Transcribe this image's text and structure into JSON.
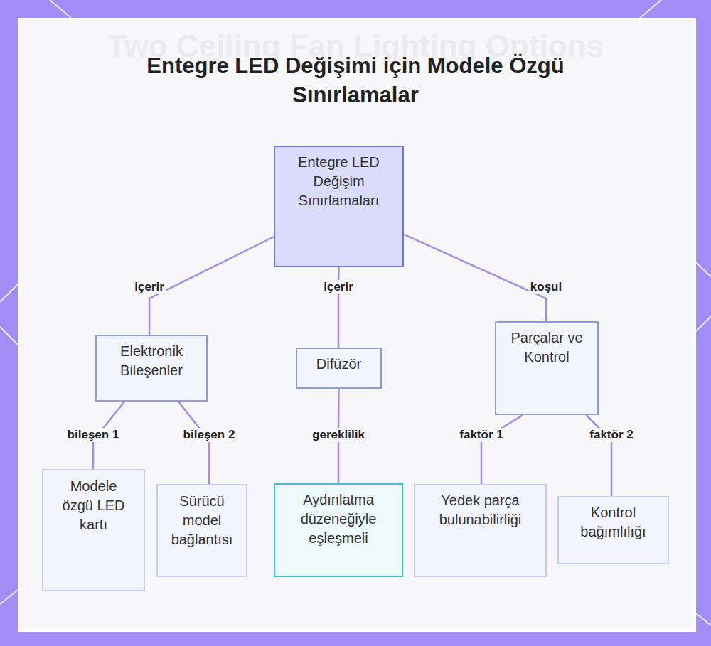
{
  "diagram": {
    "title": "Entegre LED Değişimi için Modele Özgü Sınırlamalar",
    "nodes": [
      {
        "text": [
          "Entegre LED Değişim Sınırlamaları"
        ]
      },
      {
        "text": [
          "Elektronik Bileşenler"
        ]
      },
      {
        "text": [
          "Difüzör"
        ]
      },
      {
        "text": [
          "Parçalar ve Kontrol"
        ]
      },
      {
        "text": [
          "Modele özgü LED kartı"
        ]
      },
      {
        "text": [
          "Sürücü model bağlantısı"
        ]
      },
      {
        "text": [
          "Aydınlatma düzeneğiyle eşleşmeli"
        ]
      },
      {
        "text": [
          "Yedek parça bulunabilirliği"
        ]
      },
      {
        "text": [
          "Kontrol bağımlılığı"
        ]
      }
    ],
    "edges": [
      {
        "from": 0,
        "to": 1,
        "label": "içerir",
        "arrow": "none"
      },
      {
        "from": 0,
        "to": 2,
        "label": "içerir",
        "arrow": "none"
      },
      {
        "from": 0,
        "to": 3,
        "label": "koşul",
        "arrow": "none"
      },
      {
        "from": 1,
        "to": 4,
        "label": "bileşen 1",
        "arrow": "none"
      },
      {
        "from": 1,
        "to": 5,
        "label": "bileşen 2",
        "arrow": "none"
      },
      {
        "from": 2,
        "to": 6,
        "label": "gereklilik",
        "arrow": "none"
      },
      {
        "from": 3,
        "to": 7,
        "label": "faktör 1",
        "arrow": "none"
      },
      {
        "from": 3,
        "to": 8,
        "label": "faktör 2",
        "arrow": "none"
      }
    ],
    "labels": [
      "Two Ceiling Fan Lighting Options"
    ]
  }
}
